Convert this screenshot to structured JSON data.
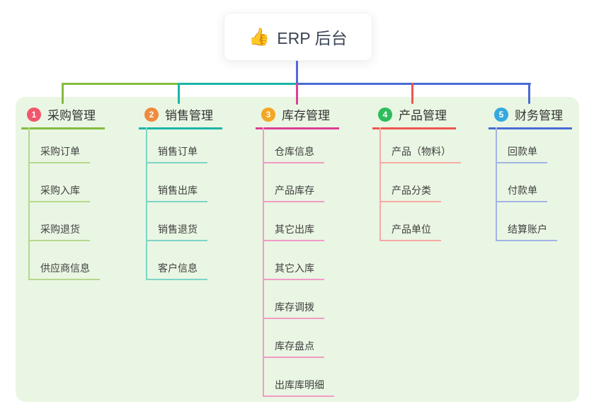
{
  "root": {
    "icon": "👍",
    "label": "ERP 后台",
    "line_color": "#5568dd"
  },
  "canvas": {
    "panel_bg": "#e9f6e3",
    "page_bg": "#ffffff"
  },
  "branches": [
    {
      "number": "1",
      "label": "采购管理",
      "badge_color": "#f2566c",
      "line_color": "#85bb40",
      "child_line_color": "#b4d98c",
      "children": [
        "采购订单",
        "采购入库",
        "采购退货",
        "供应商信息"
      ]
    },
    {
      "number": "2",
      "label": "销售管理",
      "badge_color": "#ef8a3e",
      "line_color": "#1cb5a8",
      "child_line_color": "#7ed4c8",
      "children": [
        "销售订单",
        "销售出库",
        "销售退货",
        "客户信息"
      ]
    },
    {
      "number": "3",
      "label": "库存管理",
      "badge_color": "#f5a623",
      "line_color": "#dd3f94",
      "child_line_color": "#f49ac6",
      "children": [
        "仓库信息",
        "产品库存",
        "其它出库",
        "其它入库",
        "库存调拨",
        "库存盘点",
        "出库库明细"
      ]
    },
    {
      "number": "4",
      "label": "产品管理",
      "badge_color": "#2ebd5b",
      "line_color": "#ee5550",
      "child_line_color": "#f7aaa6",
      "children": [
        "产品（物料）",
        "产品分类",
        "产品单位"
      ]
    },
    {
      "number": "5",
      "label": "财务管理",
      "badge_color": "#35a9dd",
      "line_color": "#4a6bd4",
      "child_line_color": "#a3b4e3",
      "children": [
        "回款单",
        "付款单",
        "结算账户"
      ]
    }
  ]
}
